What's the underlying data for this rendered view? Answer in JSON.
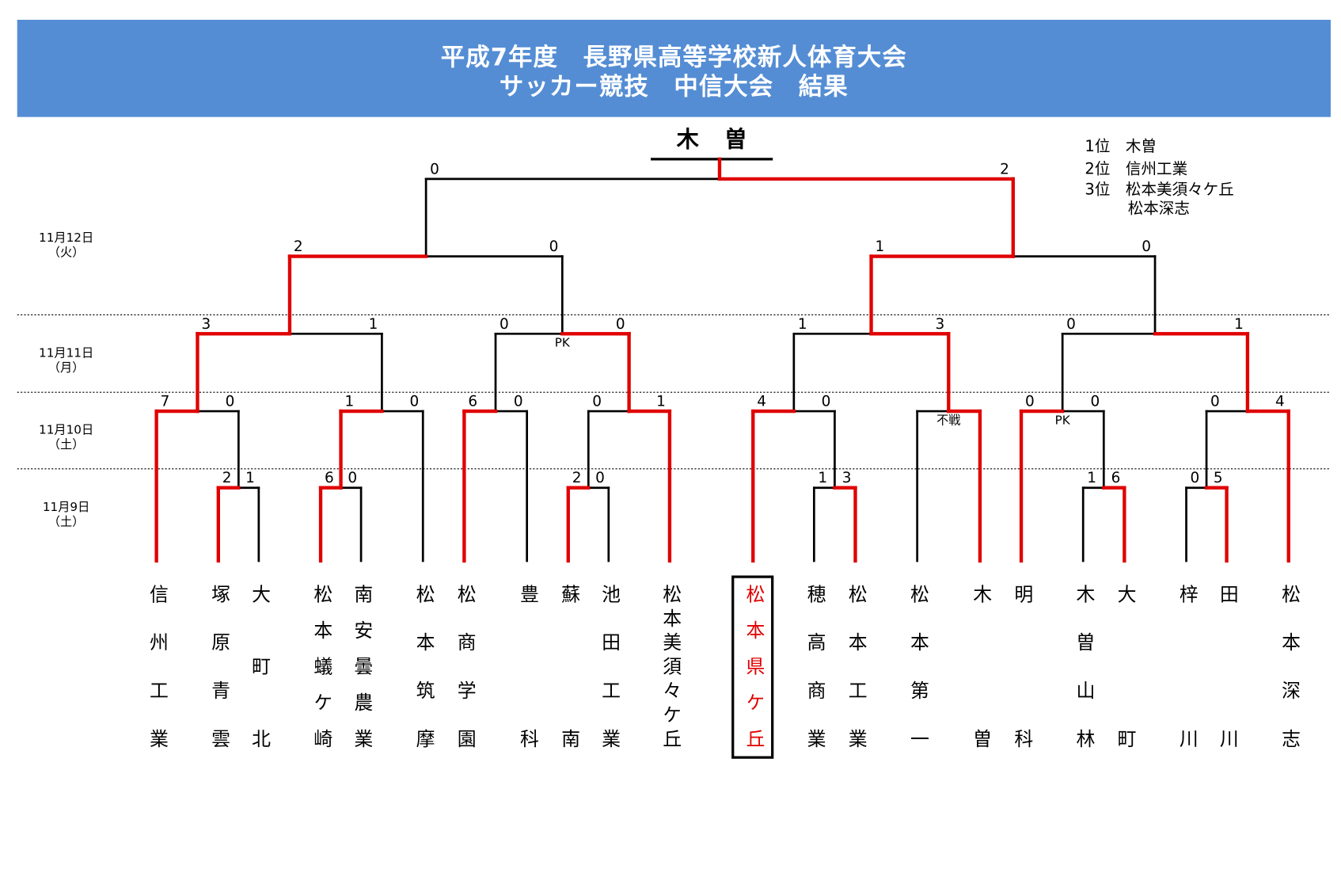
{
  "header": {
    "title_line1": "平成7年度　長野県高等学校新人体育大会",
    "title_line2": "サッカー競技　中信大会　結果"
  },
  "champion_label": "木曽",
  "standings": {
    "first": "1位　木曽",
    "second": "2位　信州工業",
    "third": "3位　松本美須々ケ丘",
    "third_b": "松本深志"
  },
  "dates": [
    {
      "date": "11月12日",
      "day": "（火）"
    },
    {
      "date": "11月11日",
      "day": "（月）"
    },
    {
      "date": "11月10日",
      "day": "（土）"
    },
    {
      "date": "11月9日",
      "day": "（土）"
    }
  ],
  "colors": {
    "banner": "#548dd4",
    "winner_line": "#e00000",
    "line": "#000000"
  },
  "teams": [
    {
      "id": "t0",
      "name": "信州工業"
    },
    {
      "id": "t1",
      "name": "塚原青雲"
    },
    {
      "id": "t2",
      "name": "大町北"
    },
    {
      "id": "t3",
      "name": "松本蟻ケ崎"
    },
    {
      "id": "t4",
      "name": "南安曇農業"
    },
    {
      "id": "t5",
      "name": "松本筑摩"
    },
    {
      "id": "t6",
      "name": "松商学園"
    },
    {
      "id": "t7",
      "name": "豊科"
    },
    {
      "id": "t8",
      "name": "蘇南"
    },
    {
      "id": "t9",
      "name": "池田工業"
    },
    {
      "id": "t10",
      "name": "松本美須々ケ丘"
    },
    {
      "id": "t11",
      "name": "松本県ケ丘",
      "highlight": true
    },
    {
      "id": "t12",
      "name": "穂高商業"
    },
    {
      "id": "t13",
      "name": "松本工業"
    },
    {
      "id": "t14",
      "name": "松本第一"
    },
    {
      "id": "t15",
      "name": "木曽"
    },
    {
      "id": "t16",
      "name": "明科"
    },
    {
      "id": "t17",
      "name": "木曽山林"
    },
    {
      "id": "t18",
      "name": "大町"
    },
    {
      "id": "t19",
      "name": "梓川"
    },
    {
      "id": "t20",
      "name": "田川"
    },
    {
      "id": "t21",
      "name": "松本深志"
    }
  ],
  "matches": [
    {
      "id": "m0",
      "round": 1,
      "left": "t1",
      "right": "t2",
      "score": [
        "2",
        "1"
      ],
      "winner": "left"
    },
    {
      "id": "m1",
      "round": 1,
      "left": "t3",
      "right": "t4",
      "score": [
        "6",
        "0"
      ],
      "winner": "left"
    },
    {
      "id": "m2",
      "round": 1,
      "left": "t8",
      "right": "t9",
      "score": [
        "2",
        "0"
      ],
      "winner": "left"
    },
    {
      "id": "m3",
      "round": 1,
      "left": "t12",
      "right": "t13",
      "score": [
        "1",
        "3"
      ],
      "winner": "right"
    },
    {
      "id": "m4",
      "round": 1,
      "left": "t17",
      "right": "t18",
      "score": [
        "1",
        "6"
      ],
      "winner": "right"
    },
    {
      "id": "m5",
      "round": 1,
      "left": "t19",
      "right": "t20",
      "score": [
        "0",
        "5"
      ],
      "winner": "right"
    },
    {
      "id": "m6",
      "round": 2,
      "left": "t0",
      "right": "m0",
      "score": [
        "7",
        "0"
      ],
      "winner": "left"
    },
    {
      "id": "m7",
      "round": 2,
      "left": "m1",
      "right": "t5",
      "score": [
        "1",
        "0"
      ],
      "winner": "left"
    },
    {
      "id": "m8",
      "round": 2,
      "left": "t6",
      "right": "t7",
      "score": [
        "6",
        "0"
      ],
      "winner": "left"
    },
    {
      "id": "m9",
      "round": 2,
      "left": "m2",
      "right": "t10",
      "score": [
        "0",
        "1"
      ],
      "winner": "right"
    },
    {
      "id": "m10",
      "round": 2,
      "left": "t11",
      "right": "m3",
      "score": [
        "4",
        "0"
      ],
      "winner": "left"
    },
    {
      "id": "m11",
      "round": 2,
      "left": "t14",
      "right": "t15",
      "score": [
        "",
        ""
      ],
      "winner": "right",
      "note": "不戦"
    },
    {
      "id": "m12",
      "round": 2,
      "left": "t16",
      "right": "m4",
      "score": [
        "0",
        "0"
      ],
      "winner": "left",
      "note": "PK"
    },
    {
      "id": "m13",
      "round": 2,
      "left": "m5",
      "right": "t21",
      "score": [
        "0",
        "4"
      ],
      "winner": "right"
    },
    {
      "id": "m14",
      "round": 3,
      "left": "m6",
      "right": "m7",
      "score": [
        "3",
        "1"
      ],
      "winner": "left"
    },
    {
      "id": "m15",
      "round": 3,
      "left": "m8",
      "right": "m9",
      "score": [
        "0",
        "0"
      ],
      "winner": "right",
      "note": "PK"
    },
    {
      "id": "m16",
      "round": 3,
      "left": "m10",
      "right": "m11",
      "score": [
        "1",
        "3"
      ],
      "winner": "right"
    },
    {
      "id": "m17",
      "round": 3,
      "left": "m12",
      "right": "m13",
      "score": [
        "0",
        "1"
      ],
      "winner": "right"
    },
    {
      "id": "m18",
      "round": 4,
      "left": "m14",
      "right": "m15",
      "score": [
        "2",
        "0"
      ],
      "winner": "left"
    },
    {
      "id": "m19",
      "round": 4,
      "left": "m16",
      "right": "m17",
      "score": [
        "1",
        "0"
      ],
      "winner": "left"
    },
    {
      "id": "m20",
      "round": 5,
      "left": "m18",
      "right": "m19",
      "score": [
        "0",
        "2"
      ],
      "winner": "right"
    }
  ]
}
